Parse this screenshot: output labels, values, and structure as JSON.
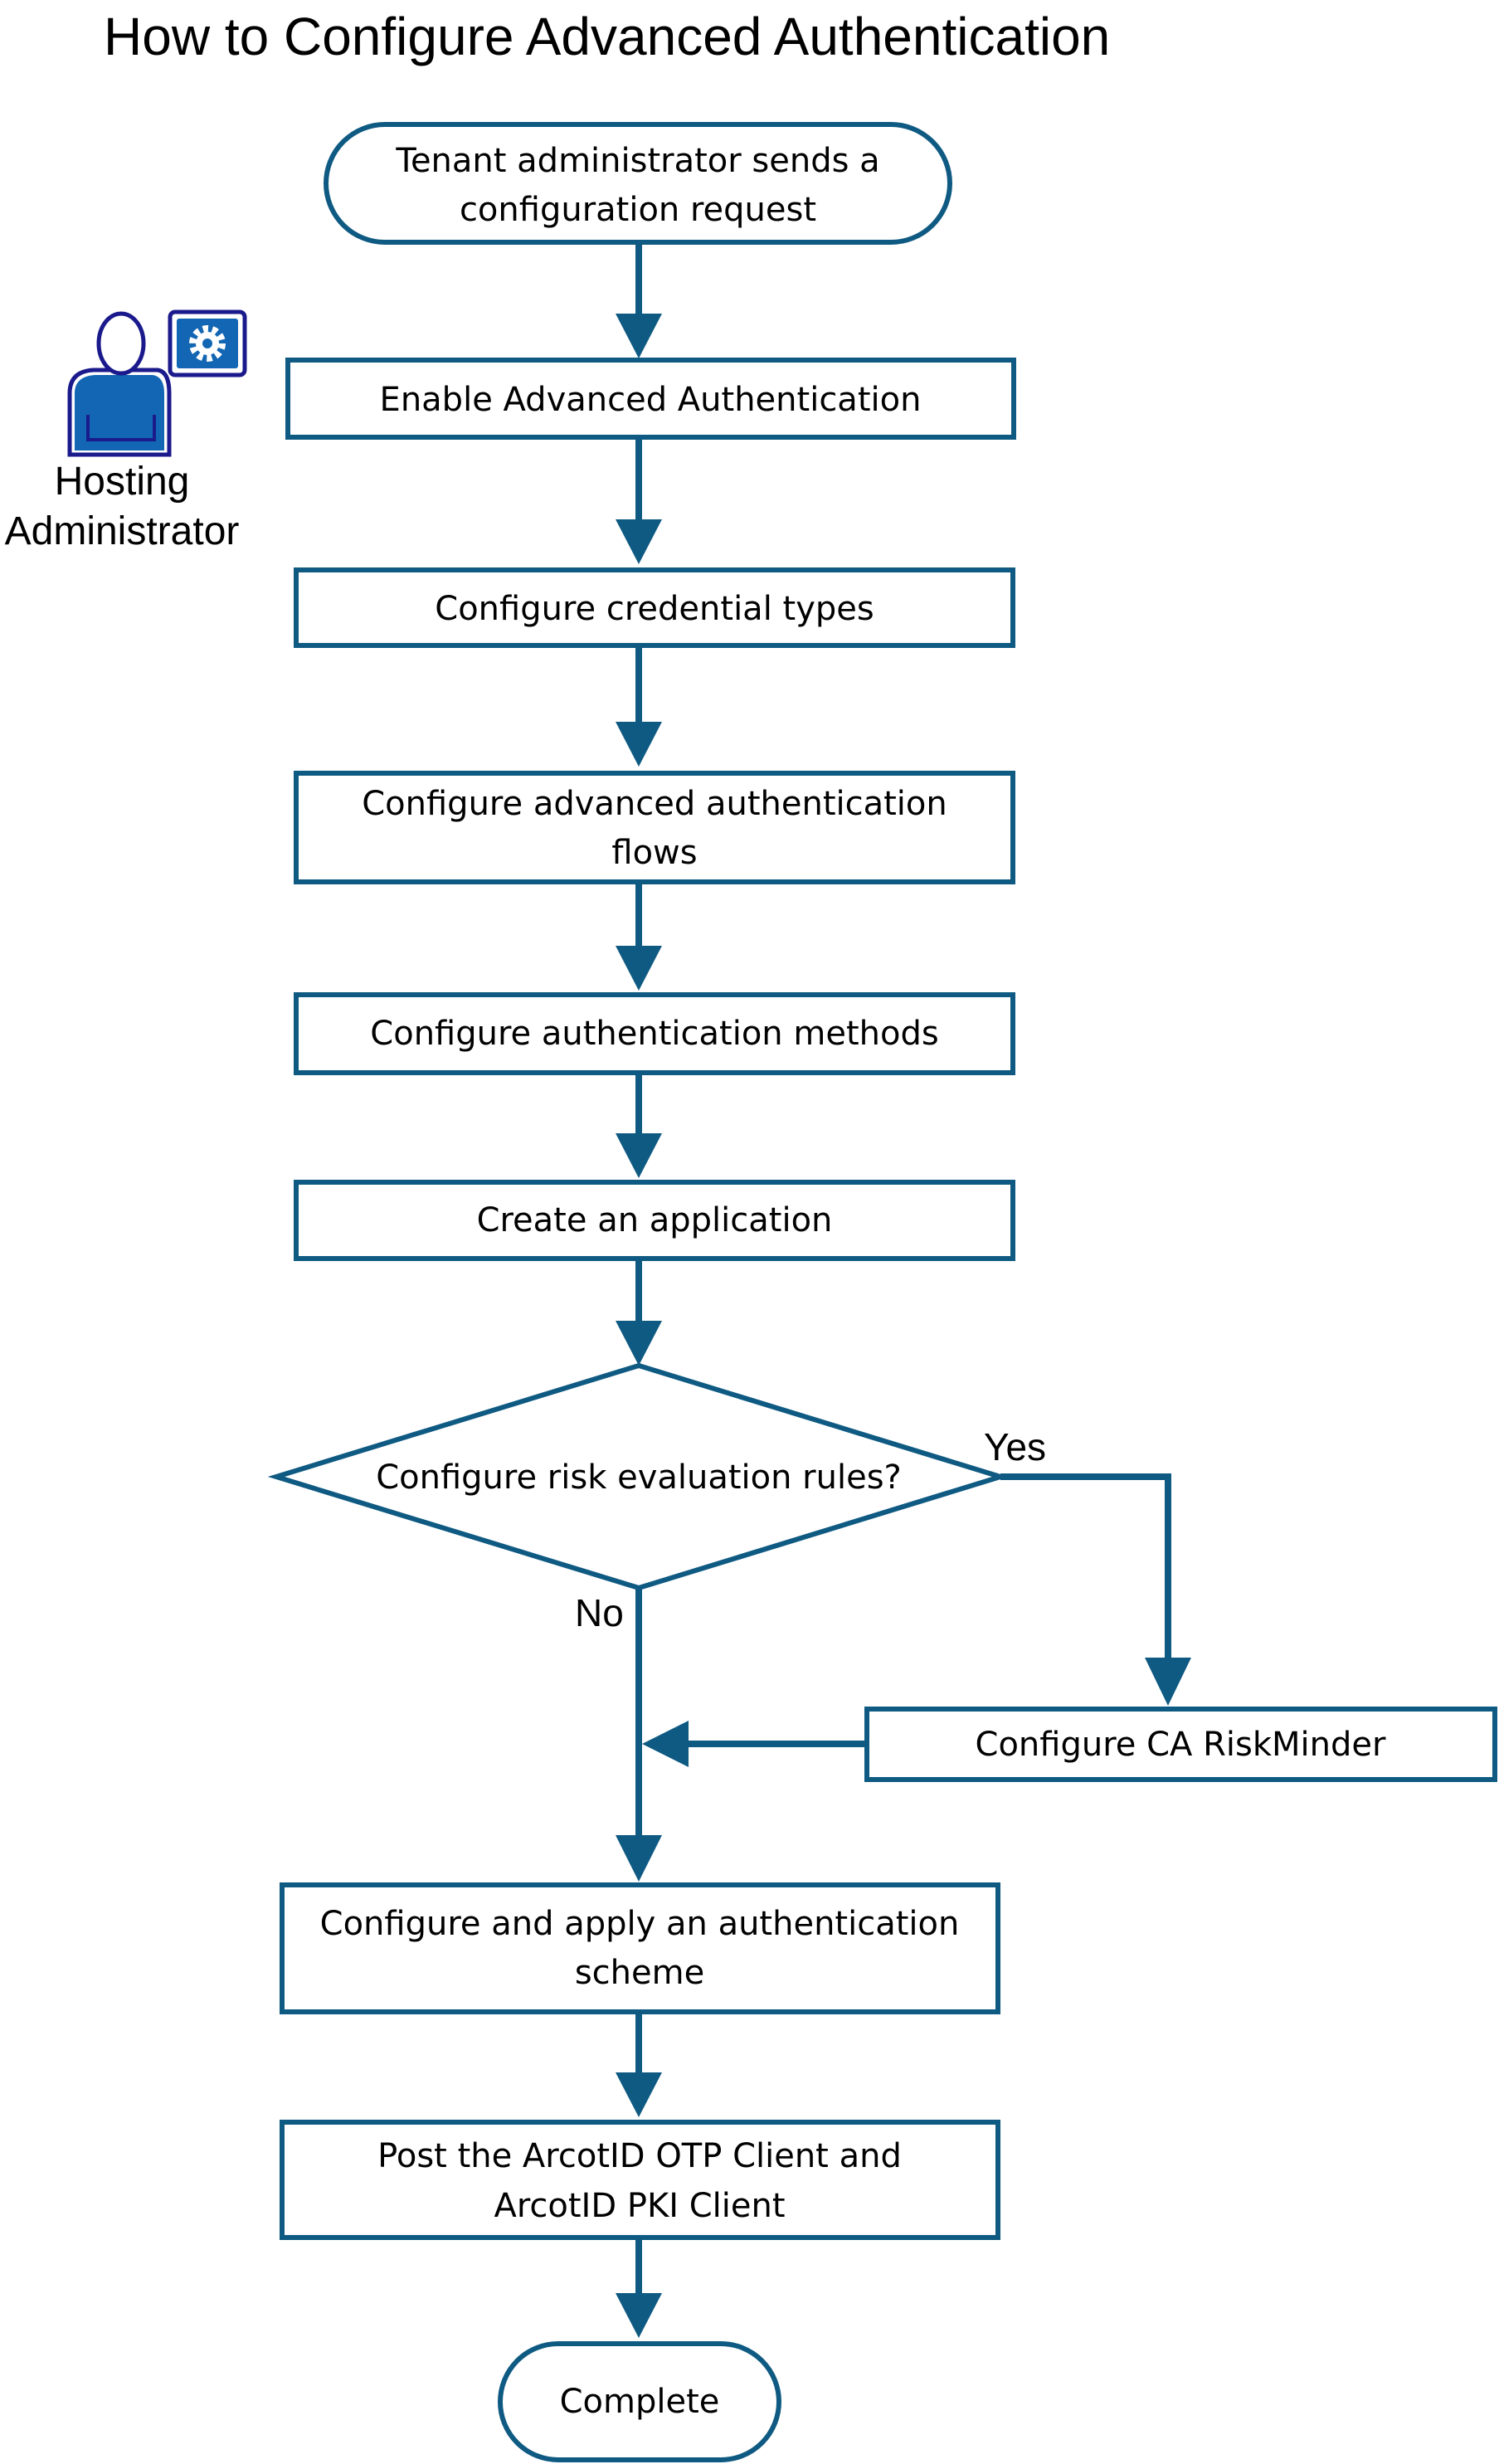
{
  "title": "How to Configure Advanced Authentication",
  "role": {
    "icon": "hosting-administrator-icon",
    "label_line1": "Hosting",
    "label_line2": "Administrator"
  },
  "colors": {
    "line": "#0f5a82",
    "icon_outline": "#1a1a8c",
    "icon_fill": "#1266b3",
    "text": "#000000"
  },
  "nodes": {
    "start": {
      "line1": "Tenant administrator sends a",
      "line2": "configuration request"
    },
    "enable": {
      "line1": "Enable Advanced Authentication"
    },
    "credential": {
      "line1": "Configure credential types"
    },
    "flows": {
      "line1": "Configure advanced authentication",
      "line2": "flows"
    },
    "methods": {
      "line1": "Configure authentication methods"
    },
    "application": {
      "line1": "Create an application"
    },
    "decision": {
      "line1": "Configure risk evaluation rules?"
    },
    "riskminder": {
      "line1": "Configure CA RiskMinder"
    },
    "scheme": {
      "line1": "Configure and apply an authentication",
      "line2": "scheme"
    },
    "post": {
      "line1": "Post the ArcotID OTP Client and",
      "line2": "ArcotID PKI Client"
    },
    "end": {
      "line1": "Complete"
    }
  },
  "edges": {
    "yes_label": "Yes",
    "no_label": "No"
  }
}
